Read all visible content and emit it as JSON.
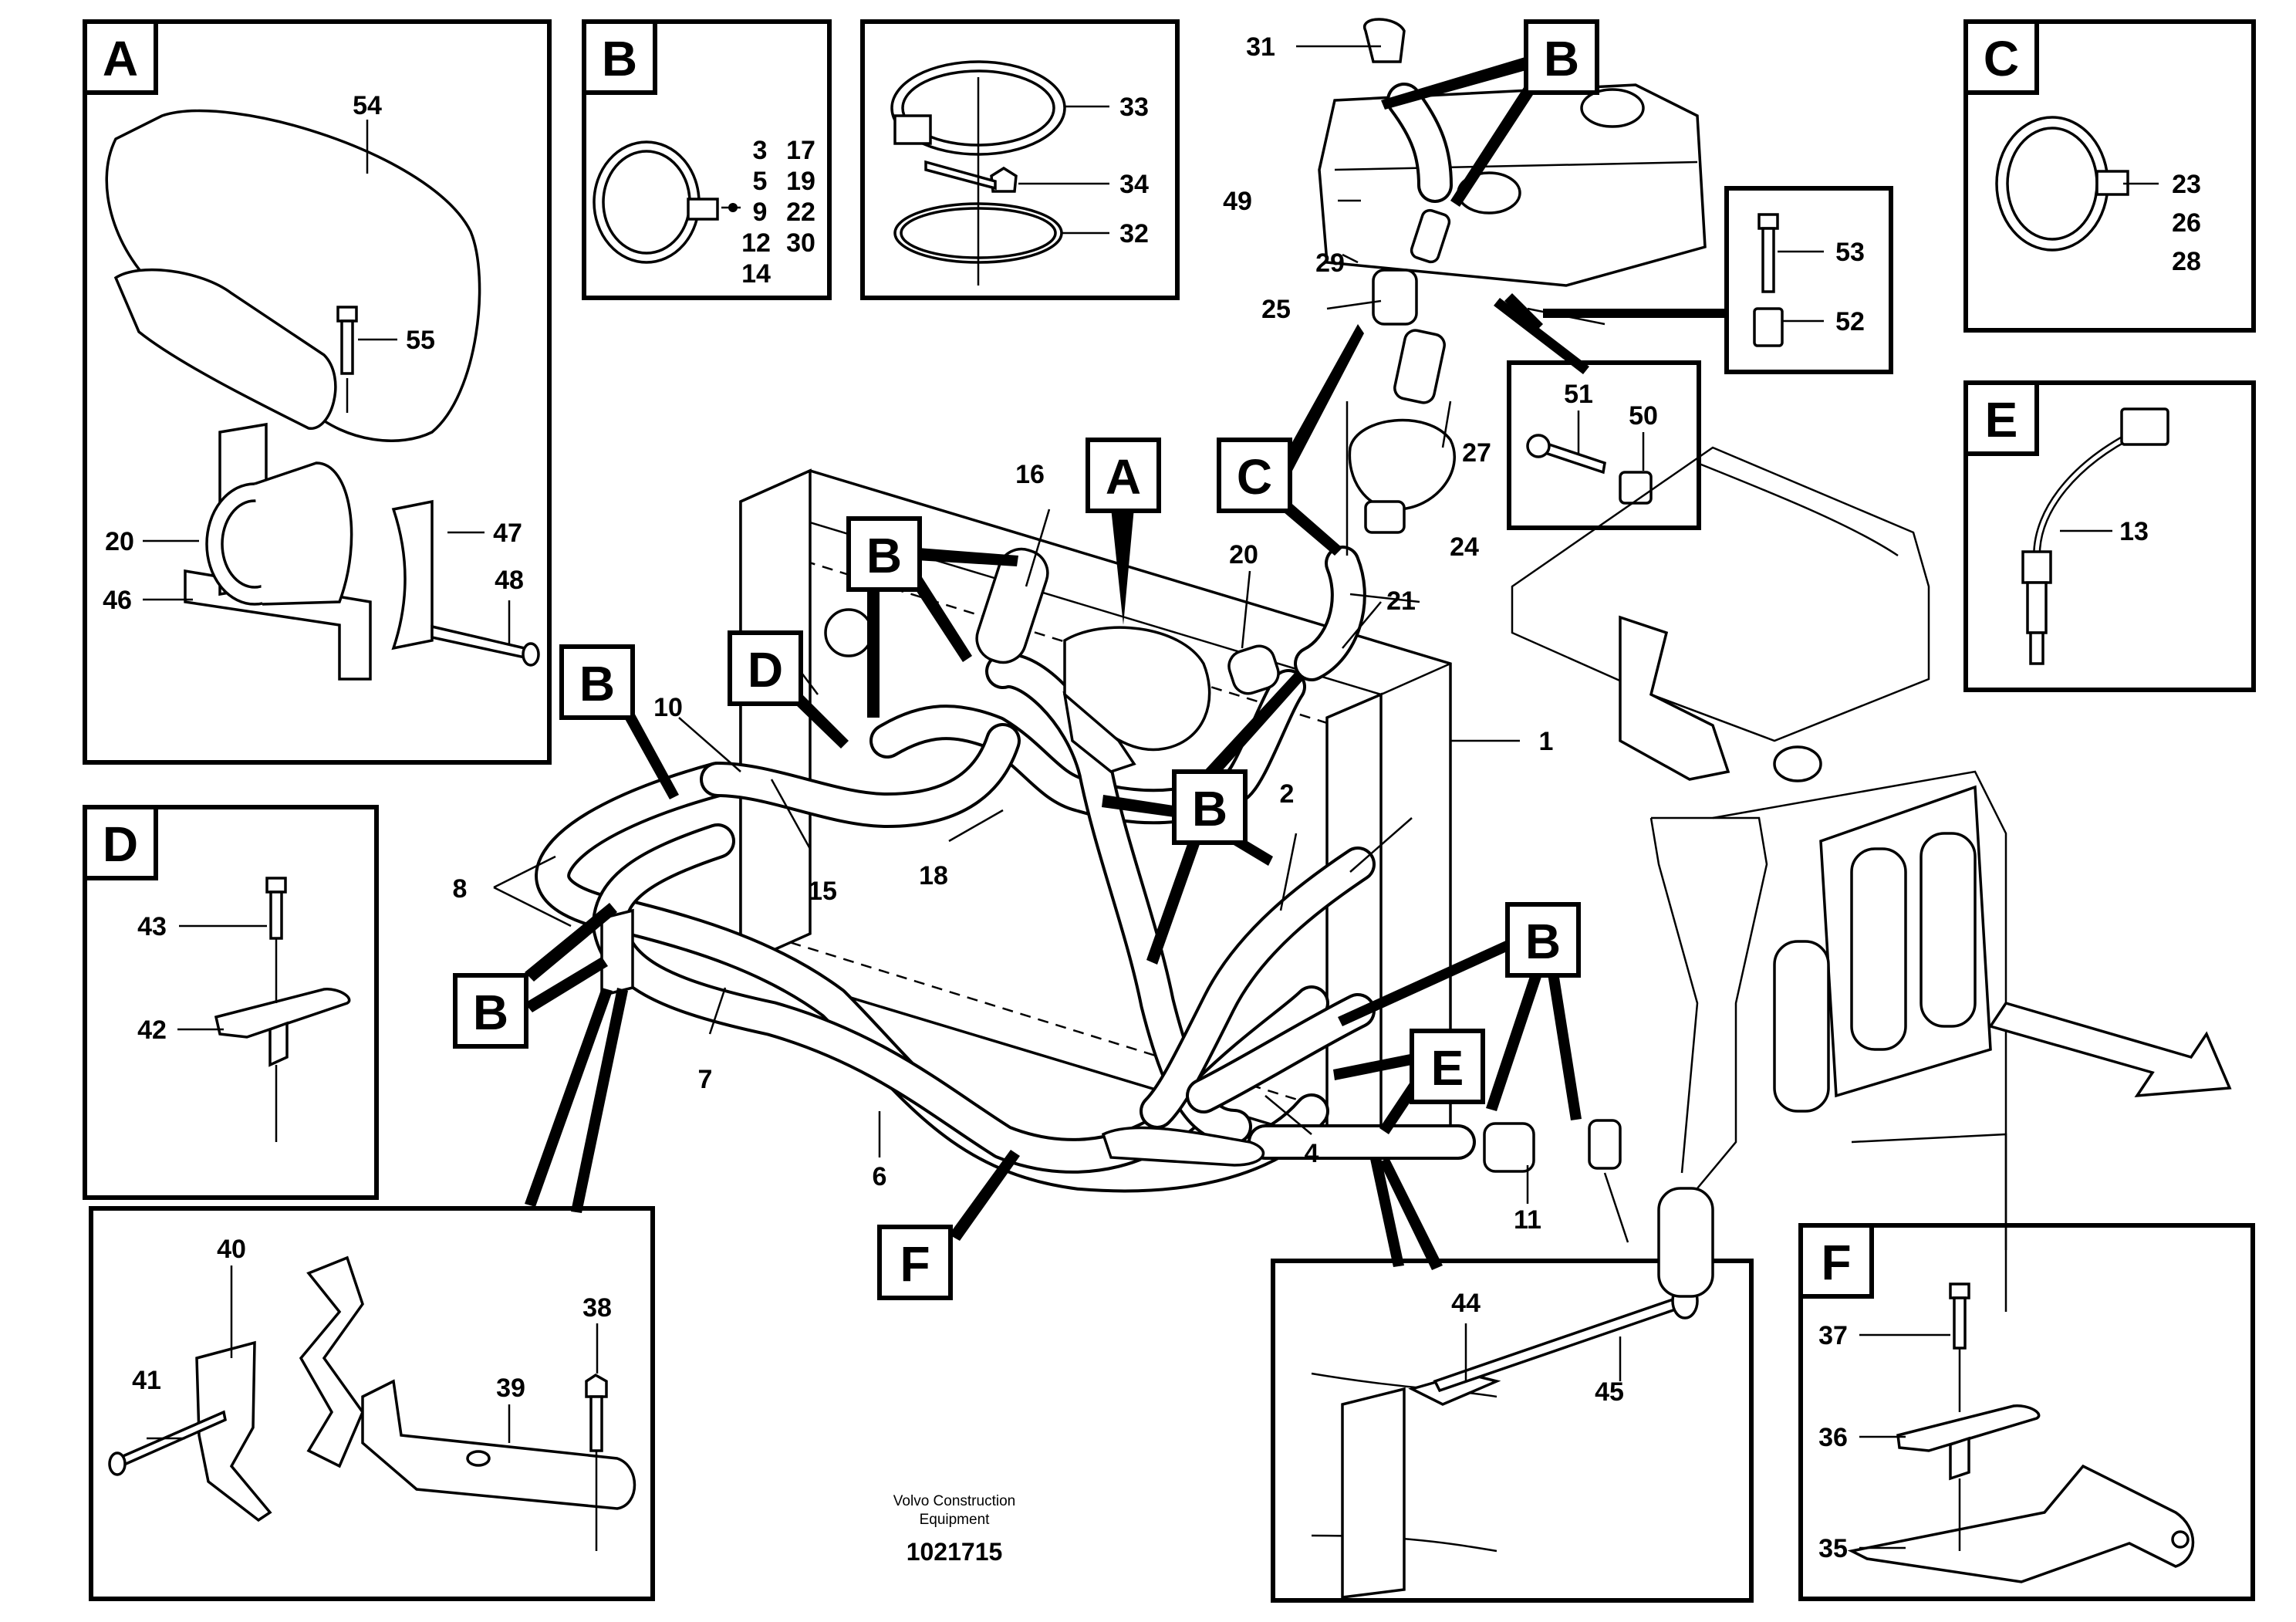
{
  "callouts": {
    "p1": "1",
    "p2": "2",
    "p3": "3",
    "p4": "4",
    "p5": "5",
    "p6": "6",
    "p7": "7",
    "p8": "8",
    "p9": "9",
    "p10": "10",
    "p11": "11",
    "p12": "12",
    "p13": "13",
    "p14": "14",
    "p15": "15",
    "p16": "16",
    "p17": "17",
    "p18": "18",
    "p19": "19",
    "p20": "20",
    "p21": "21",
    "p22": "22",
    "p23": "23",
    "p24": "24",
    "p25": "25",
    "p26": "26",
    "p27": "27",
    "p28": "28",
    "p29": "29",
    "p30": "30",
    "p31": "31",
    "p32": "32",
    "p33": "33",
    "p34": "34",
    "p35": "35",
    "p36": "36",
    "p37": "37",
    "p38": "38",
    "p39": "39",
    "p40": "40",
    "p41": "41",
    "p42": "42",
    "p43": "43",
    "p44": "44",
    "p45": "45",
    "p46": "46",
    "p47": "47",
    "p48": "48",
    "p49": "49",
    "p50": "50",
    "p51": "51",
    "p52": "52",
    "p53": "53",
    "p54": "54",
    "p55": "55"
  },
  "letters": {
    "a": "A",
    "b": "B",
    "c": "C",
    "d": "D",
    "e": "E",
    "f": "F"
  },
  "footer": {
    "brand_line1": "Volvo Construction",
    "brand_line2": "Equipment",
    "drawing_number": "1021715"
  }
}
